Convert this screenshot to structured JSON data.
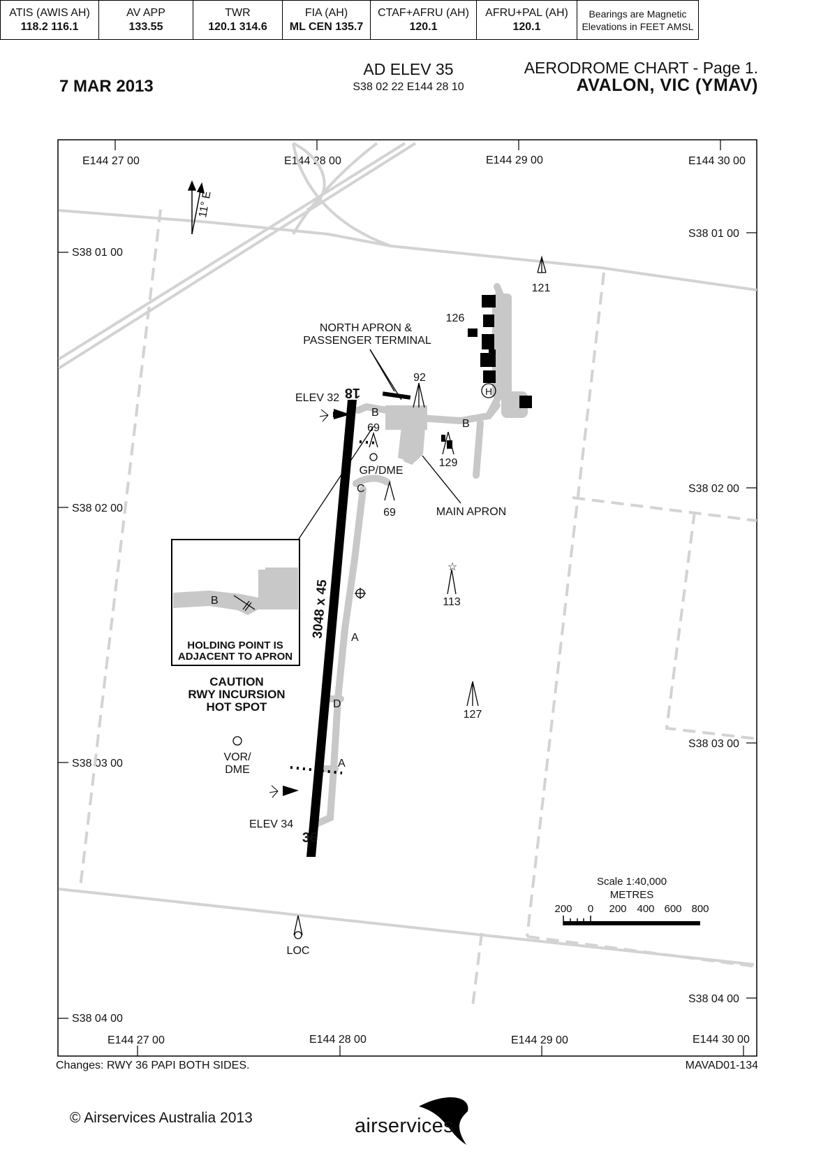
{
  "header": {
    "date": "7 MAR 2013",
    "ad_elev": "AD ELEV 35",
    "ad_coord": "S38 02 22 E144 28 10",
    "chart_title": "AERODROME CHART - Page 1.",
    "aerodrome_name": "AVALON, VIC (YMAV)"
  },
  "frequencies": [
    {
      "label": "ATIS (AWIS AH)",
      "value": "118.2  116.1"
    },
    {
      "label": "AV APP",
      "value": "133.55"
    },
    {
      "label": "TWR",
      "value": "120.1  314.6"
    },
    {
      "label": "FIA (AH)",
      "value": "ML CEN 135.7"
    },
    {
      "label": "CTAF+AFRU (AH)",
      "value": "120.1"
    },
    {
      "label": "AFRU+PAL (AH)",
      "value": "120.1"
    }
  ],
  "notes": {
    "line1": "Bearings are Magnetic",
    "line2": "Elevations in FEET AMSL"
  },
  "grid": {
    "lon_top": [
      "E144 27 00",
      "E144 28 00",
      "E144 29 00",
      "E144 30 00"
    ],
    "lon_bottom": [
      "E144 27 00",
      "E144 28 00",
      "E144 29 00",
      "E144 30 00"
    ],
    "lat_left": [
      "S38 01 00",
      "S38 02 00",
      "S38 03 00",
      "S38 04 00"
    ],
    "lat_right": [
      "S38 01 00",
      "S38 02 00",
      "S38 03 00",
      "S38 04 00"
    ]
  },
  "map": {
    "variation": "11° E",
    "runway_dims": "3048 x 45",
    "rwy_18": "18",
    "rwy_36": "36",
    "elev_north": "ELEV 32",
    "elev_south": "ELEV 34",
    "north_apron_line1": "NORTH APRON &",
    "north_apron_line2": "PASSENGER TERMINAL",
    "main_apron": "MAIN APRON",
    "gp_dme": "GP/DME",
    "vor_line1": "VOR/",
    "vor_line2": "DME",
    "loc": "LOC",
    "heli": "H",
    "twy_a1": "A",
    "twy_a2": "A",
    "twy_b_main": "B",
    "twy_b_north": "B",
    "twy_c": "C",
    "twy_d": "D",
    "inset_twy_b": "B",
    "inset_line1": "HOLDING POINT IS",
    "inset_line2": "ADJACENT TO APRON",
    "caution_line1": "CAUTION",
    "caution_line2": "RWY INCURSION",
    "caution_line3": "HOT SPOT",
    "obstacles": [
      "121",
      "126",
      "92",
      "69",
      "129",
      "69",
      "113",
      "127"
    ]
  },
  "scale": {
    "title": "Scale 1:40,000",
    "unit": "METRES",
    "ticks": [
      "200",
      "0",
      "200",
      "400",
      "600",
      "800"
    ]
  },
  "footer": {
    "changes": "Changes: RWY 36 PAPI BOTH SIDES.",
    "reference": "MAVAD01-134",
    "copyright": "© Airservices Australia 2013",
    "logo_text": "airservices"
  }
}
